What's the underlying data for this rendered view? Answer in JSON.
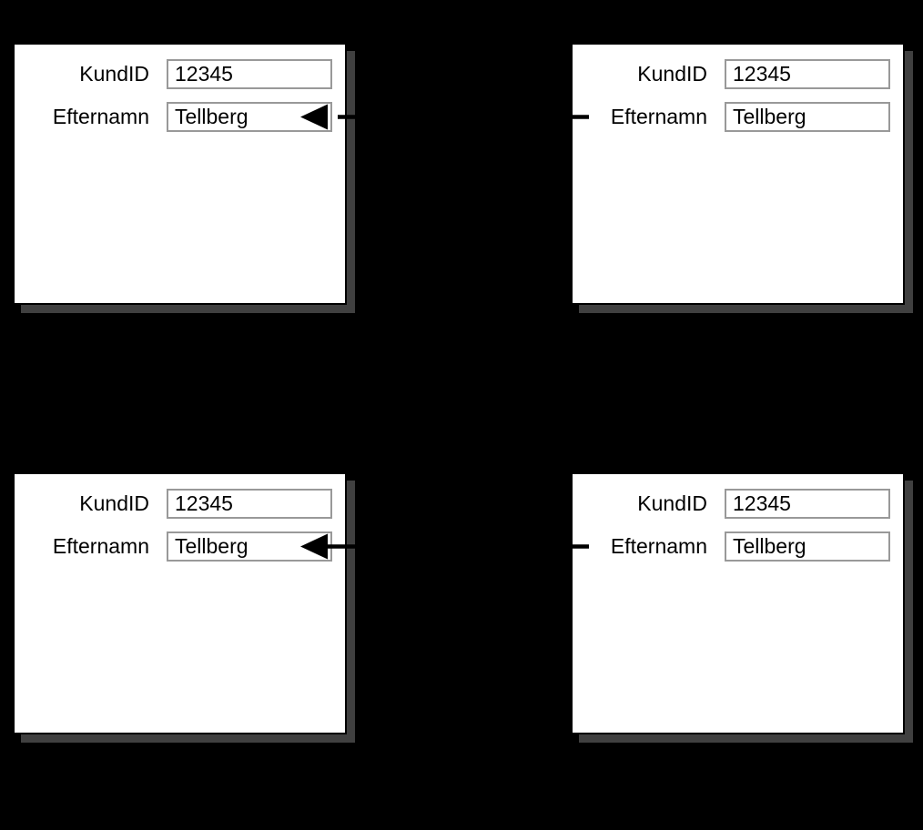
{
  "diagram": {
    "description": "Four form windows; arrows point into the Efternamn field of the left-hand forms",
    "colors": {
      "background": "#000000",
      "panel_fill": "#ffffff",
      "panel_border": "#000000",
      "panel_shadow": "#404040",
      "input_border": "#999999",
      "text": "#000000",
      "connector": "#000000"
    },
    "panels": [
      {
        "id": "top-left",
        "fields": [
          {
            "label": "KundID",
            "value": "12345"
          },
          {
            "label": "Efternamn",
            "value": "Tellberg"
          }
        ]
      },
      {
        "id": "top-right",
        "fields": [
          {
            "label": "KundID",
            "value": "12345"
          },
          {
            "label": "Efternamn",
            "value": "Tellberg"
          }
        ]
      },
      {
        "id": "bottom-left",
        "fields": [
          {
            "label": "KundID",
            "value": "12345"
          },
          {
            "label": "Efternamn",
            "value": "Tellberg"
          }
        ]
      },
      {
        "id": "bottom-right",
        "fields": [
          {
            "label": "KundID",
            "value": "12345"
          },
          {
            "label": "Efternamn",
            "value": "Tellberg"
          }
        ]
      }
    ],
    "connectors": [
      {
        "row": "top",
        "style": "dashed",
        "from": "top-right panel edge",
        "to": "top-left Efternamn field",
        "arrowhead": "left"
      },
      {
        "row": "bottom",
        "style": "solid",
        "from": "bottom-right panel edge",
        "to": "bottom-left Efternamn field",
        "arrowhead": "left"
      }
    ]
  }
}
